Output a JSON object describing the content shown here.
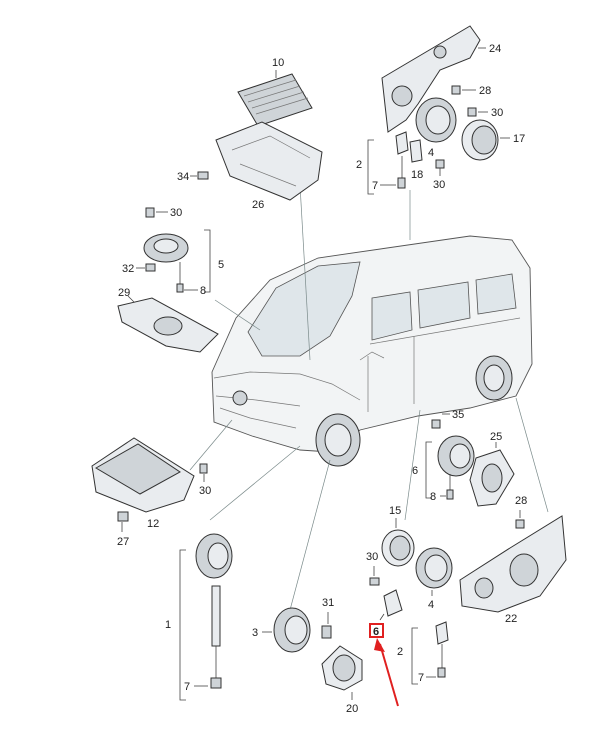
{
  "labels": {
    "p24": "24",
    "p10": "10",
    "p28a": "28",
    "p30a": "30",
    "p17": "17",
    "p2a": "2",
    "p4a": "4",
    "p18": "18",
    "p7a": "7",
    "p30b": "30",
    "p34": "34",
    "p26": "26",
    "p30c": "30",
    "p5": "5",
    "p32": "32",
    "p8a": "8",
    "p29": "29",
    "p35": "35",
    "p25": "25",
    "p6a": "6",
    "p8b": "8",
    "p30d": "30",
    "p12": "12",
    "p27": "27",
    "p28b": "28",
    "p15": "15",
    "p30e": "30",
    "p4b": "4",
    "p22": "22",
    "p31": "31",
    "p1": "1",
    "p3": "3",
    "p7b": "7",
    "p20": "20",
    "p6b": "6",
    "p2b": "2",
    "p7c": "7"
  },
  "highlight": {
    "label_ref": "p6b",
    "color": "#e02020"
  },
  "colors": {
    "arrow": "#e02020",
    "ink": "#333333",
    "part_fill": "#e9ecef"
  }
}
